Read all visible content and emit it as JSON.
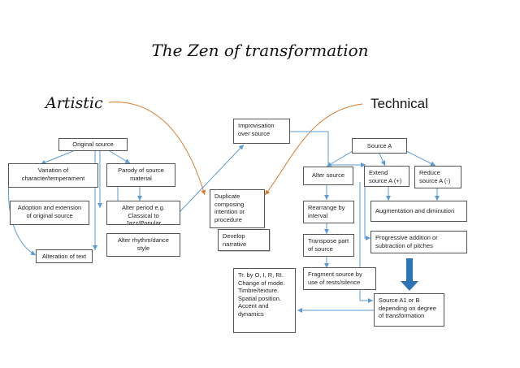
{
  "title": "The Zen of transformation",
  "artistic_label": "Artistic",
  "technical_label": "Technical",
  "boxes": {
    "original_source": "Original source",
    "variation": "Variation of character/temperament",
    "parody": "Parody of source material",
    "adoption": "Adoption and extension of original source",
    "alter_period": "Alter period e.g. Classical to Jazz/Popular",
    "alter_rhythm": "Alter rhythm/dance style",
    "alteration_text": "Alteration of text",
    "improvisation": "Improvisation over source",
    "duplicate": "Duplicate composing intention or procedure",
    "develop_narrative": "Develop narrative",
    "source_a": "Source A",
    "alter_source": "Alter source",
    "extend_source": "Extend source A (+)",
    "reduce_source": "Reduce source A (-)",
    "augmentation": "Augmentation and diminution",
    "rearrange": "Rearrange by interval",
    "progressive": "Progressive addition or subtraction of pitches",
    "transpose": "Transpose part of source",
    "fragment": "Fragment source by use of rests/silence",
    "tr_list": "Tr. by O, I, R, RI. Change of mode. Timbre/texture. Spatial position. Accent and dynamics",
    "source_a1": "Source A1 or B depending on degree of transformation"
  },
  "colors": {
    "arrow_blue": "#5b9bd5",
    "arrow_orange": "#d97b2b",
    "block_arrow": "#2e75b6",
    "box_border": "#555555"
  }
}
